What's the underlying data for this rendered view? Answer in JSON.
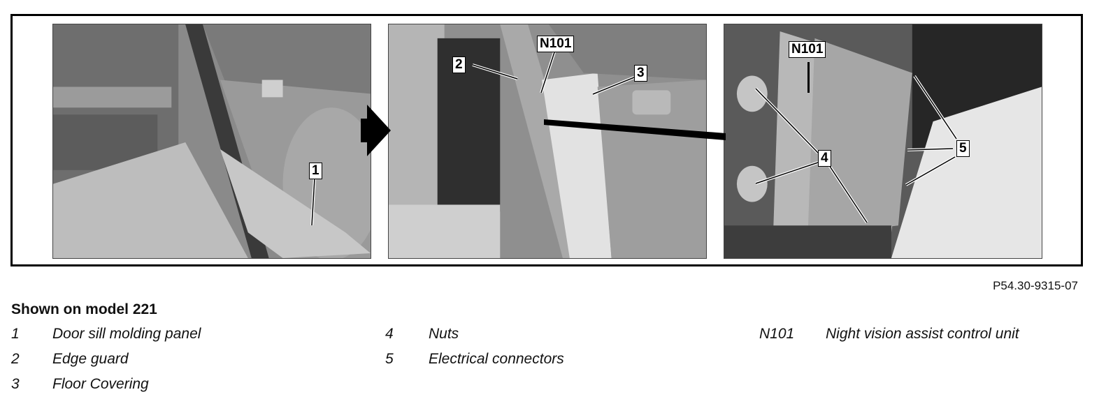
{
  "figure": {
    "callouts": {
      "c1": "1",
      "c2": "2",
      "n101_mid": "N101",
      "c3": "3",
      "n101_right": "N101",
      "c4": "4",
      "c5": "5"
    },
    "figure_id": "P54.30-9315-07"
  },
  "caption": {
    "title": "Shown on model 221"
  },
  "legend": {
    "col1": [
      {
        "key": "1",
        "desc": "Door sill molding panel"
      },
      {
        "key": "2",
        "desc": "Edge guard"
      },
      {
        "key": "3",
        "desc": "Floor Covering"
      }
    ],
    "col2": [
      {
        "key": "4",
        "desc": "Nuts"
      },
      {
        "key": "5",
        "desc": "Electrical connectors"
      }
    ],
    "col3": [
      {
        "key": "N101",
        "desc": "Night vision assist control unit"
      }
    ]
  }
}
